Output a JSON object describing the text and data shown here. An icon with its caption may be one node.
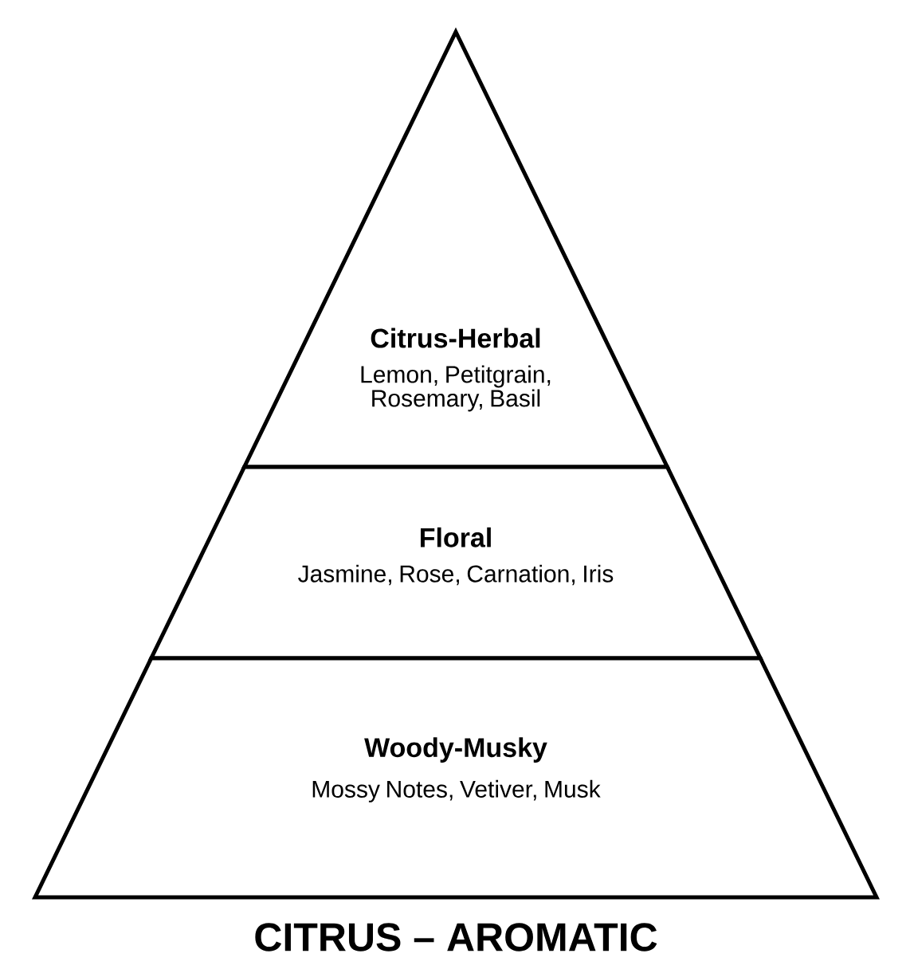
{
  "diagram": {
    "title": "CITRUS – AROMATIC",
    "nodes": [
      {
        "text": [
          "Citrus-Herbal",
          "Lemon, Petitgrain, Rosemary, Basil"
        ]
      },
      {
        "text": [
          "Floral",
          "Jasmine, Rose, Carnation, Iris"
        ]
      },
      {
        "text": [
          "Woody-Musky",
          "Mossy Notes, Vetiver, Musk"
        ]
      }
    ]
  }
}
